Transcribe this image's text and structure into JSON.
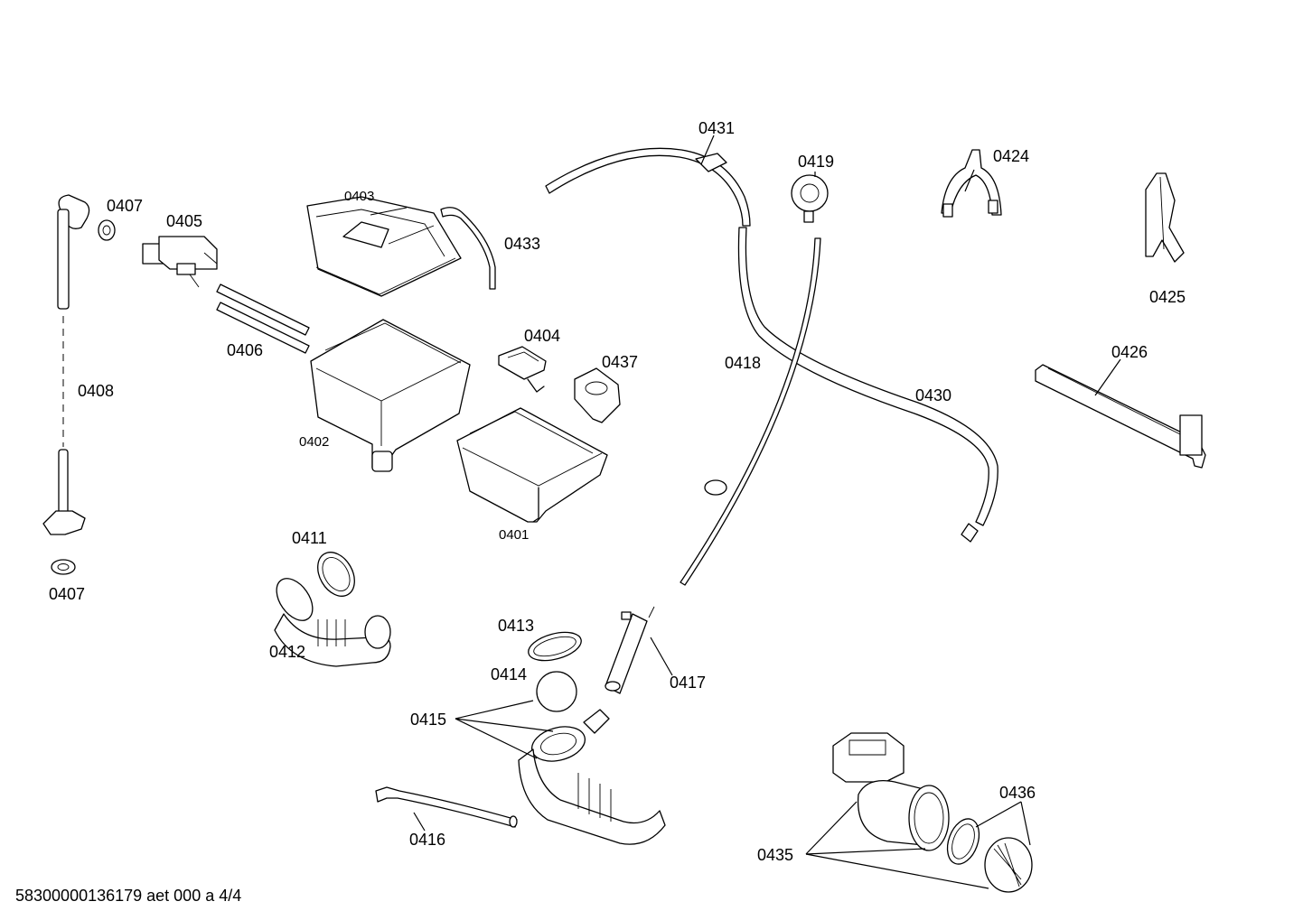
{
  "labels": {
    "p0407a": "0407",
    "p0405": "0405",
    "p0403": "0403",
    "p0433": "0433",
    "p0431": "0431",
    "p0419": "0419",
    "p0424": "0424",
    "p0425": "0425",
    "p0406": "0406",
    "p0408": "0408",
    "p0404": "0404",
    "p0437": "0437",
    "p0418": "0418",
    "p0430": "0430",
    "p0426": "0426",
    "p0402": "0402",
    "p0401": "0401",
    "p0411": "0411",
    "p0407b": "0407",
    "p0412": "0412",
    "p0413": "0413",
    "p0414": "0414",
    "p0417": "0417",
    "p0415": "0415",
    "p0416": "0416",
    "p0436": "0436",
    "p0435": "0435"
  },
  "footer": {
    "drawing_id": "58300000136179 aet 000 a 4/4"
  }
}
